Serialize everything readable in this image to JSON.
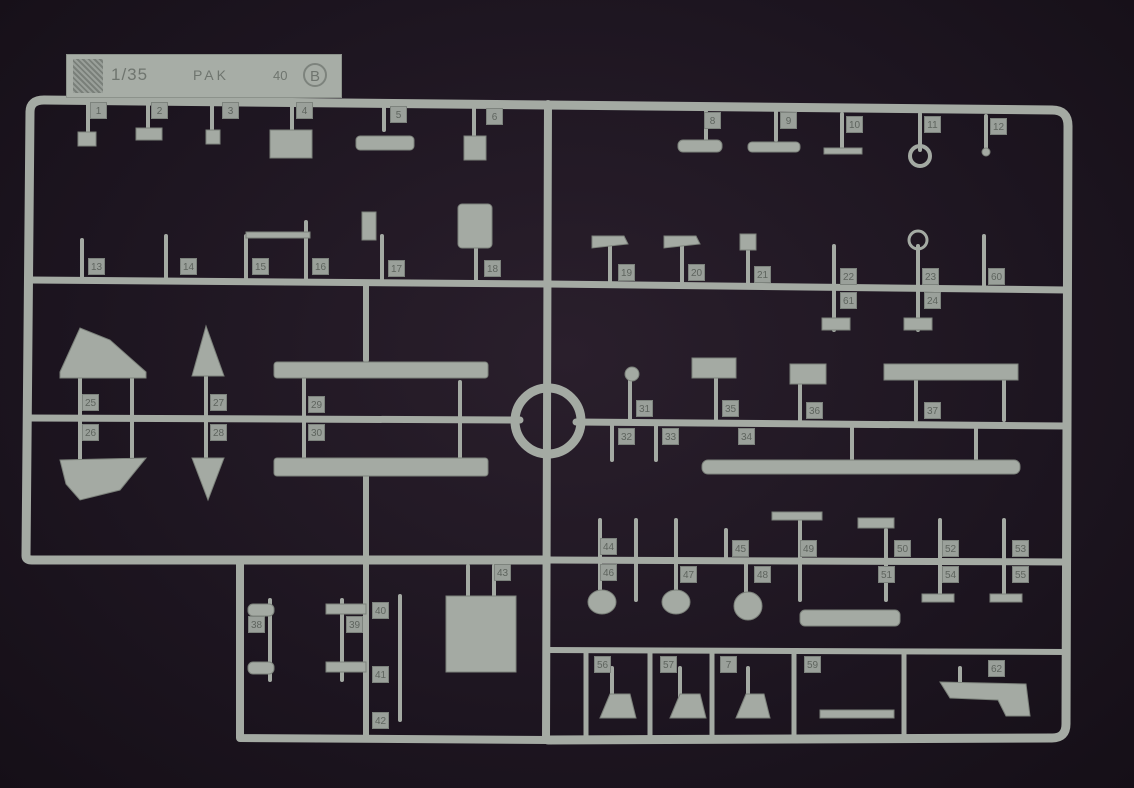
{
  "sprue": {
    "scale": "1/35",
    "name": "PAK",
    "number": "40",
    "letter": "B",
    "logo_icon": "manufacturer-logo-icon",
    "colors": {
      "plastic": "#a4aaa3",
      "plastic_dark": "#80867f",
      "background": "#1d1520"
    }
  },
  "part_numbers": [
    "1",
    "2",
    "3",
    "4",
    "5",
    "6",
    "8",
    "9",
    "10",
    "11",
    "12",
    "13",
    "14",
    "15",
    "16",
    "17",
    "18",
    "19",
    "20",
    "21",
    "22",
    "23",
    "60",
    "61",
    "24",
    "25",
    "26",
    "27",
    "28",
    "29",
    "30",
    "31",
    "32",
    "33",
    "34",
    "35",
    "36",
    "37",
    "38",
    "39",
    "40",
    "41",
    "42",
    "43",
    "44",
    "45",
    "46",
    "47",
    "48",
    "49",
    "50",
    "51",
    "52",
    "53",
    "54",
    "55",
    "56",
    "57",
    "7",
    "59",
    "62"
  ]
}
